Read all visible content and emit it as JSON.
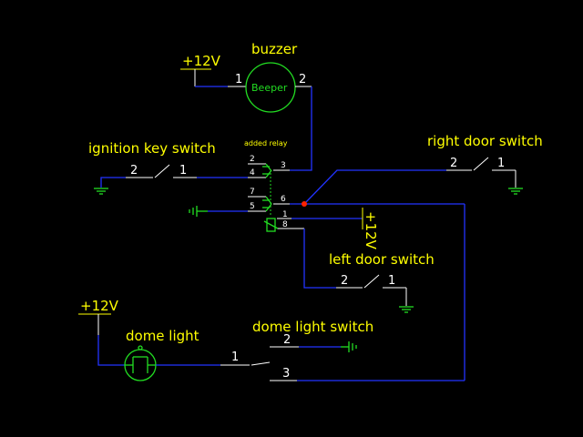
{
  "labels": {
    "buzzer": "buzzer",
    "buzzer_text": "Beeper",
    "buzzer_supply": "+12V",
    "ignition": "ignition key switch",
    "relay": "added relay",
    "right_door": "right door switch",
    "left_door": "left door switch",
    "relay_supply": "+12V",
    "dome_supply": "+12V",
    "dome_light": "dome light",
    "dome_switch": "dome light switch"
  },
  "pins": {
    "buzzer_1": "1",
    "buzzer_2": "2",
    "ign_2": "2",
    "ign_1": "1",
    "relay_2": "2",
    "relay_4": "4",
    "relay_3": "3",
    "relay_7": "7",
    "relay_5": "5",
    "relay_6": "6",
    "relay_1": "1",
    "relay_8": "8",
    "rdoor_2": "2",
    "rdoor_1": "1",
    "ldoor_2": "2",
    "ldoor_1": "1",
    "dome_1": "1",
    "dsw_2": "2",
    "dsw_3": "3"
  },
  "colors": {
    "background": "#000000",
    "label": "#ffff00",
    "wire": "#2233ff",
    "component": "#22dd22",
    "lead": "#ffffff",
    "junction": "#ff2200"
  }
}
